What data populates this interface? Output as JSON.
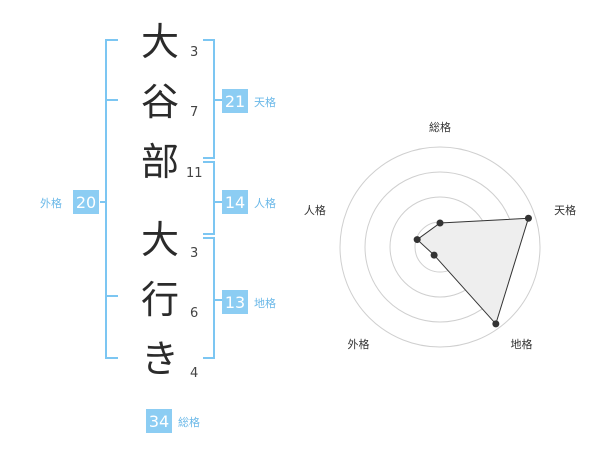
{
  "colors": {
    "bracket": "#7cc6f2",
    "badge_bg": "#8ccdf3",
    "badge_text": "#ffffff",
    "label": "#6ab8e8",
    "radar_ring": "#cfcfcf",
    "radar_fill": "#eeeeee",
    "radar_line": "#333333",
    "radar_point": "#333333",
    "center_dot": "#cccccc"
  },
  "surname": [
    {
      "char": "大",
      "strokes": "3"
    },
    {
      "char": "谷",
      "strokes": "7"
    },
    {
      "char": "部",
      "strokes": "11"
    }
  ],
  "given_name": [
    {
      "char": "大",
      "strokes": "3"
    },
    {
      "char": "行",
      "strokes": "6"
    },
    {
      "char": "き",
      "strokes": "4"
    }
  ],
  "fortunes": {
    "tenkaku": {
      "value": "21",
      "label": "天格"
    },
    "jinkaku": {
      "value": "14",
      "label": "人格"
    },
    "chikaku": {
      "value": "13",
      "label": "地格"
    },
    "gaikaku": {
      "value": "20",
      "label": "外格"
    },
    "soukaku": {
      "value": "34",
      "label": "総格"
    }
  },
  "chart_data": {
    "type": "radar",
    "axes": [
      "総格",
      "天格",
      "地格",
      "外格",
      "人格"
    ],
    "values": [
      0.24,
      0.93,
      0.95,
      0.1,
      0.24
    ],
    "range": [
      0,
      1
    ],
    "rings": 4
  }
}
